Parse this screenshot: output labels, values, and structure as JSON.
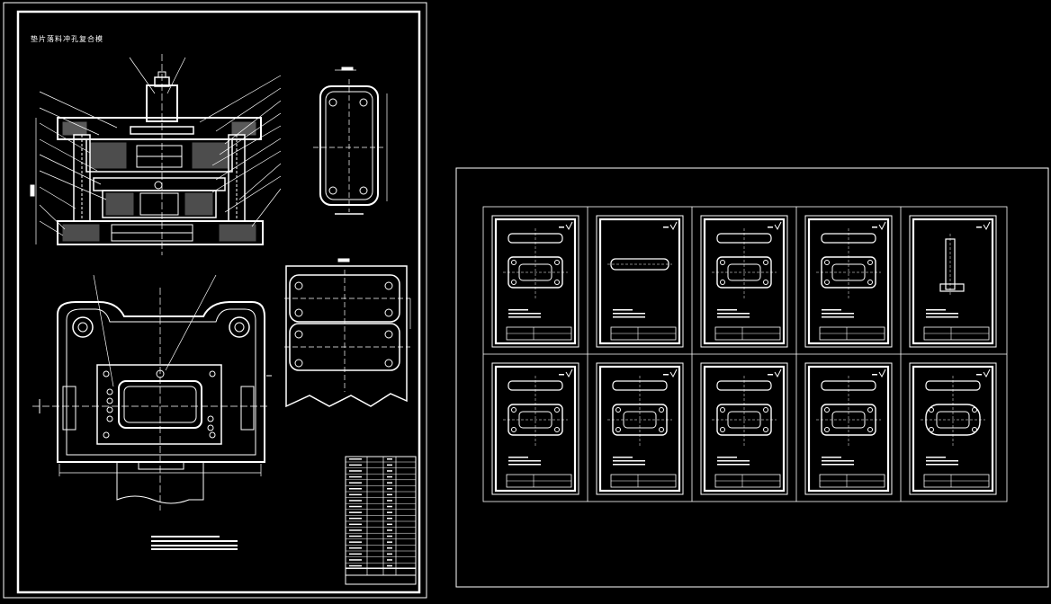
{
  "canvas": {
    "background": "#000000",
    "line_color": "#ffffff"
  },
  "main_sheet": {
    "title": "垫片落料冲孔复合模"
  },
  "thumbnail_sheets": {
    "rows": 2,
    "columns": 5,
    "count": 10
  }
}
